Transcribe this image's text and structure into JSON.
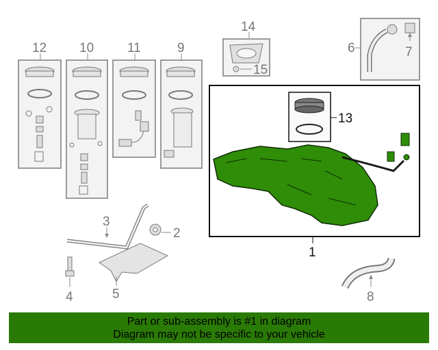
{
  "callouts": {
    "c1": "1",
    "c2": "2",
    "c3": "3",
    "c4": "4",
    "c5": "5",
    "c6": "6",
    "c7": "7",
    "c8": "8",
    "c9": "9",
    "c10": "10",
    "c11": "11",
    "c12": "12",
    "c13": "13",
    "c14": "14",
    "c15": "15"
  },
  "banner": {
    "line1": "Part or sub-assembly is #1 in diagram",
    "line2": "Diagram may not be specific to your vehicle"
  },
  "colors": {
    "highlight": "#2a7a06",
    "outline": "#8a8a8a",
    "highlight_fill": "#2f8d08"
  }
}
